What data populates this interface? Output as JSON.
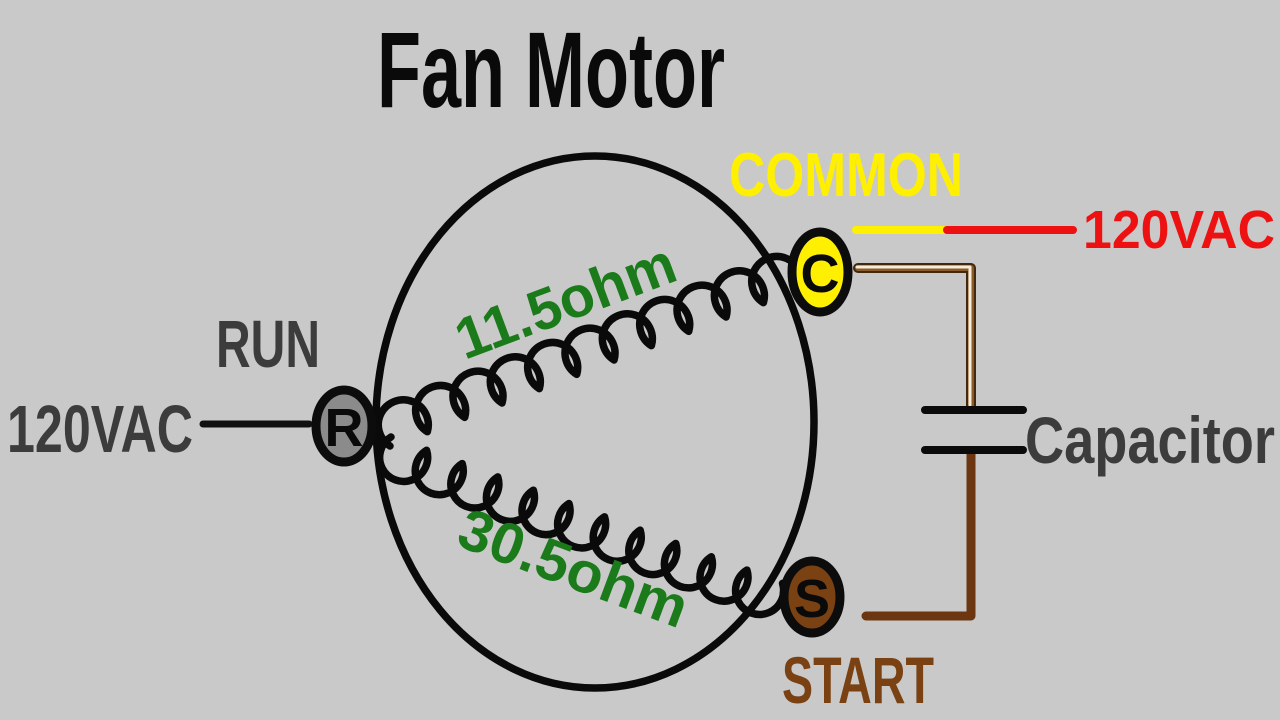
{
  "title": "Fan Motor",
  "labels": {
    "common": "COMMON",
    "supply_right": "120VAC",
    "supply_left": "120VAC",
    "run": "RUN",
    "start": "START",
    "capacitor": "Capacitor",
    "run_winding_resistance": "11.5ohm",
    "start_winding_resistance": "30.5ohm"
  },
  "terminals": {
    "common": "C",
    "run": "R",
    "start": "S"
  },
  "colors": {
    "background": "#c9c9c9",
    "line_black": "#0a0a0a",
    "label_gray": "#3c3c3c",
    "yellow": "#ffef00",
    "red": "#ee1111",
    "green": "#1b7b1b",
    "terminal_run_gray": "#8b8b8b",
    "brown": "#7a4113",
    "wire_brown": "#6b3610",
    "wire_tube_outline": "#42280c",
    "wire_tube_core": "#8a5a28",
    "wire_tube_highlight": "#f6ecd9"
  }
}
